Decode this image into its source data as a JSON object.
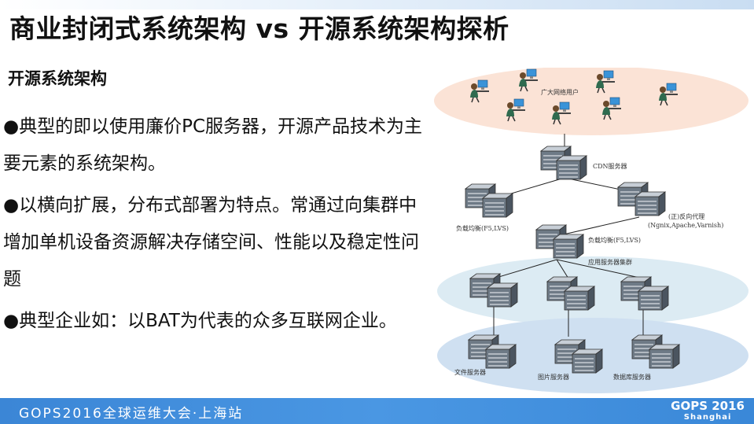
{
  "slide": {
    "title": "商业封闭式系统架构 vs 开源系统架构探析",
    "subtitle": "开源系统架构",
    "bullets": [
      {
        "marker": "●",
        "text": "典型的即以使用廉价PC服务器，开源产品技术为主要元素的系统架构。"
      },
      {
        "marker": "●",
        "text": "以横向扩展，分布式部署为特点。常通过向集群中增加单机设备资源解决存储空间、性能以及稳定性问题"
      },
      {
        "marker": "●",
        "text": "典型企业如：以BAT为代表的众多互联网企业。"
      }
    ]
  },
  "diagram": {
    "users_label": "广大网络用户",
    "cdn_label": "CDN服务器",
    "lb_left_label": "负载均衡(F5,LVS)",
    "lb_center_label": "负载均衡(F5,LVS)",
    "proxy_label_1": "(正)反向代理",
    "proxy_label_2": "(Ngnix,Apache,Varnish)",
    "app_cluster_label": "应用服务器集群",
    "file_server_label": "文件服务器",
    "image_server_label": "图片服务器",
    "db_server_label": "数据库服务器",
    "colors": {
      "users_cloud": "#fbe3d6",
      "app_cloud": "#dcebf3",
      "storage_cloud": "#cfe0f1"
    }
  },
  "footer": {
    "event": "GOPS2016全球运维大会·上海站",
    "logo_line1": "GOPS 2016",
    "logo_line2": "Shanghai",
    "bar_color": "#3f8edc"
  }
}
